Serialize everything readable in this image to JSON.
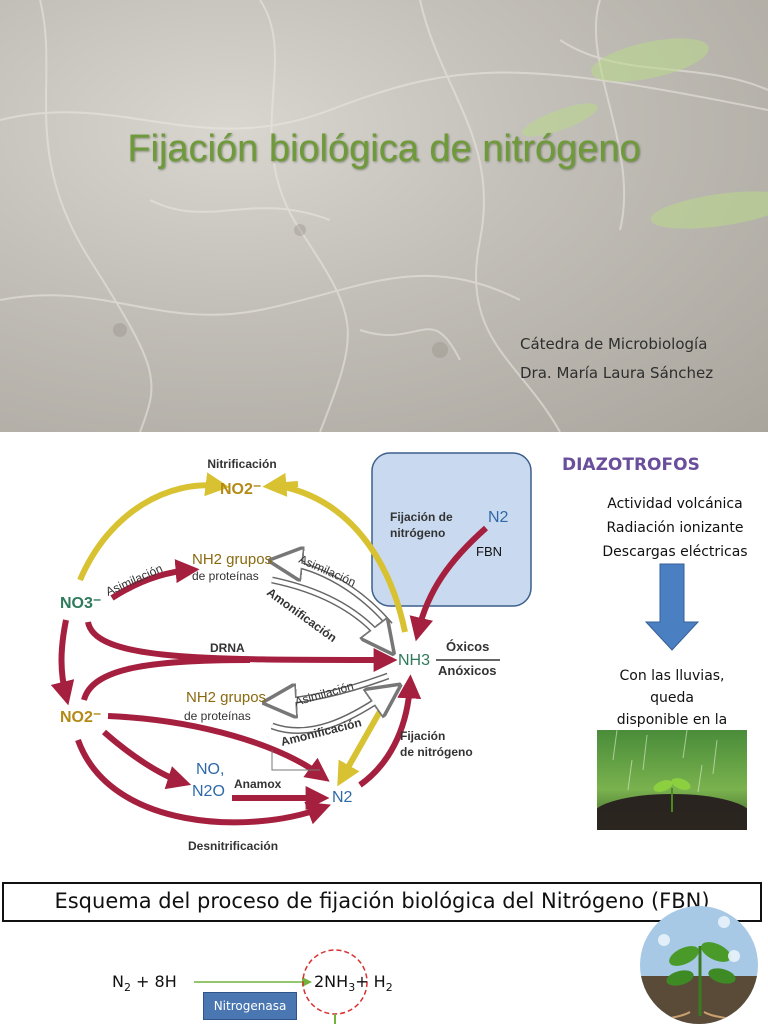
{
  "title_slide": {
    "title": "Fijación biológica de nitrógeno",
    "department": "Cátedra de Microbiología",
    "author": "Dra. María Laura Sánchez"
  },
  "cycle": {
    "nitrificacion": "Nitrificación",
    "no2_top": "NO2⁻",
    "nh2_grupos_top": "NH2 grupos",
    "de_proteinas_top": "de proteínas",
    "asimilacion_left": "Asimilación",
    "asimilacion_top": "Asimilación",
    "amonificacion_top": "Amonificación",
    "no3": "NO3⁻",
    "drna": "DRNA",
    "nh3": "NH3",
    "oxicos": "Óxicos",
    "anoxicos": "Anóxicos",
    "no2_left": "NO2⁻",
    "nh2_grupos_bottom": "NH2 grupos",
    "de_proteinas_bottom": "de proteínas",
    "asimilacion_bottom": "Asimilación",
    "amonificacion_bottom": "Amonificación",
    "fijacion_bottom_1": "Fijación",
    "fijacion_bottom_2": "de nitrógeno",
    "no": "NO,",
    "n2o": "N2O",
    "anamox": "Anamox",
    "n2_bottom": "N2",
    "desnitrificacion": "Desnitrificación",
    "box_fijacion_1": "Fijación de",
    "box_fijacion_2": "nitrógeno",
    "box_n2": "N2",
    "fbn": "FBN"
  },
  "side": {
    "title": "DIAZOTROFOS",
    "lines": [
      "Actividad volcánica",
      "Radiación ionizante",
      "Descargas eléctricas"
    ],
    "after_arrow": [
      "Con las lluvias,",
      "queda",
      "disponible en la"
    ]
  },
  "caption": "Esquema del proceso de fijación biológica del Nitrógeno (FBN)",
  "equation": {
    "reactant_1": "N",
    "reactant_1_sub": "2",
    "reactant_2": " + 8H",
    "product_1": "2NH",
    "product_1_sub": "3",
    "product_2": "+ H",
    "product_2_sub": "2",
    "enzyme": "Nitrogenasa"
  },
  "colors": {
    "title_green": "#6f9a3a",
    "cycle_red": "#a5203f",
    "cycle_yellow": "#d8c232",
    "blue_text": "#2f6aa8",
    "fbn_box": "#c9daf0",
    "side_title": "#6a4e9c",
    "down_arrow": "#4a7fc1",
    "enzyme_box": "#4a76b2"
  }
}
